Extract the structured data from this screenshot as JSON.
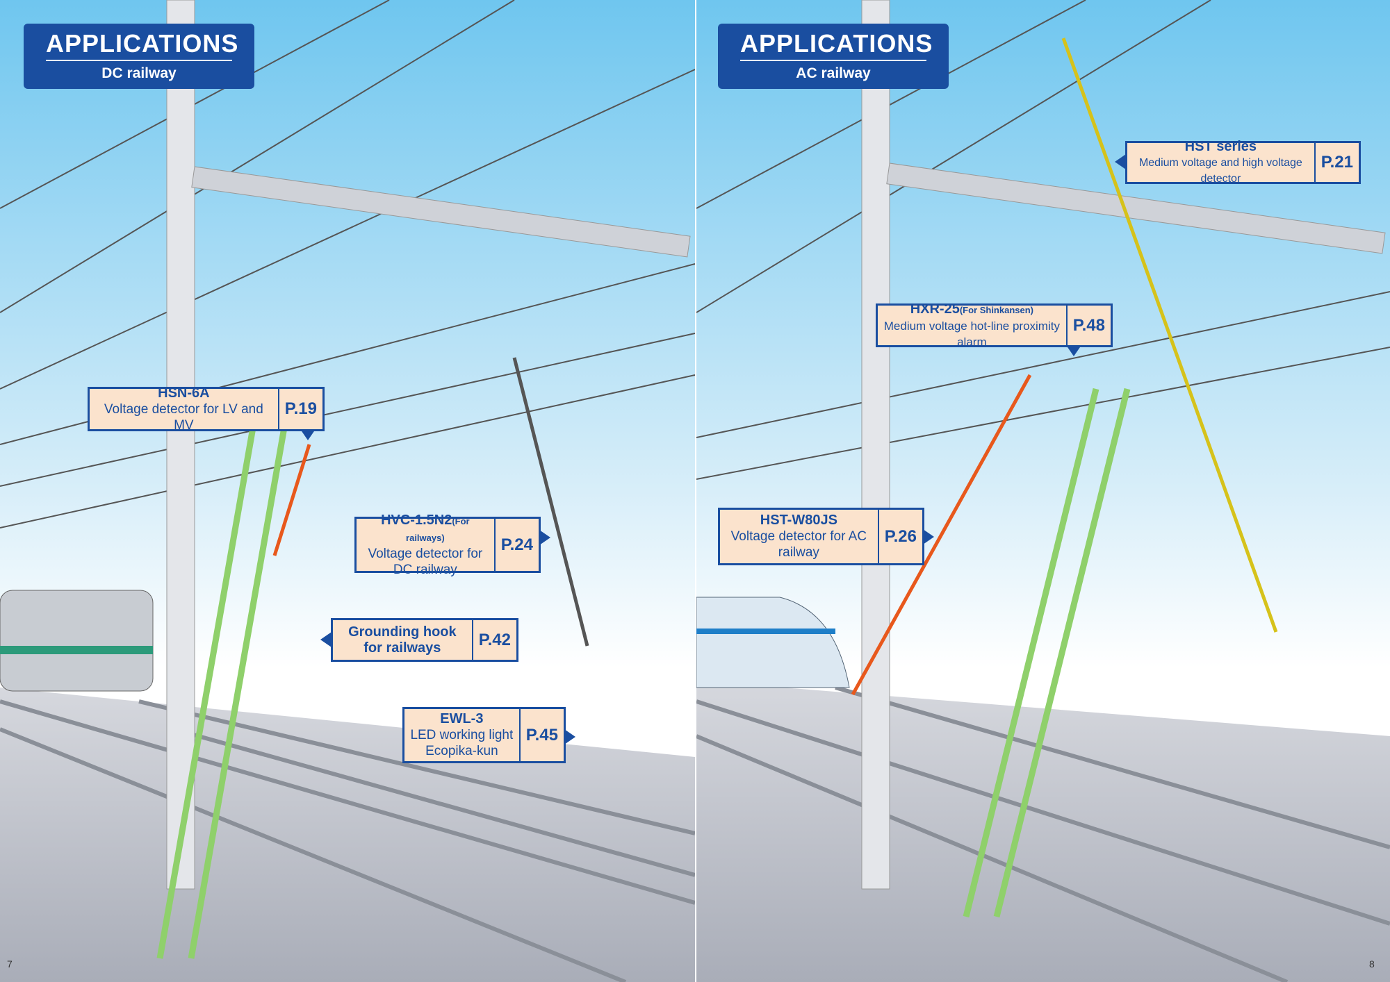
{
  "left_page": {
    "title": "APPLICATIONS",
    "subtitle": "DC railway",
    "page_number": "7",
    "callouts": [
      {
        "name": "HSN-6A",
        "small": "",
        "desc": "Voltage detector for LV and MV",
        "page": "P.19"
      },
      {
        "name": "HVC-1.5N2",
        "small": "(For railways)",
        "desc": "Voltage detector for DC railway",
        "page": "P.24"
      },
      {
        "name": "Grounding hook",
        "small": "",
        "desc": "for railways",
        "page": "P.42"
      },
      {
        "name": "EWL-3",
        "small": "",
        "desc": "LED working light Ecopika-kun",
        "page": "P.45"
      }
    ]
  },
  "right_page": {
    "title": "APPLICATIONS",
    "subtitle": "AC railway",
    "page_number": "8",
    "callouts": [
      {
        "name": "HST series",
        "small": "",
        "desc": "Medium voltage and high voltage detector",
        "page": "P.21"
      },
      {
        "name": "HXR-25",
        "small": "(For Shinkansen)",
        "desc": "Medium voltage hot-line proximity alarm",
        "page": "P.48"
      },
      {
        "name": "HST-W80JS",
        "small": "",
        "desc": "Voltage detector for AC railway",
        "page": "P.26"
      }
    ]
  },
  "colors": {
    "brand": "#1a4ea0",
    "callout_bg": "#fbe3cd"
  }
}
